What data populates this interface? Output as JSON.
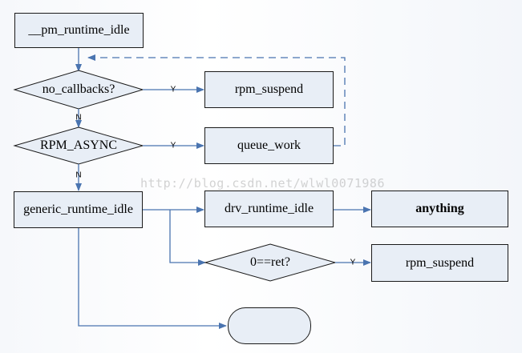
{
  "nodes": {
    "pm_runtime_idle": "__pm_runtime_idle",
    "no_callbacks": "no_callbacks?",
    "rpm_suspend_top": "rpm_suspend",
    "rpm_async": "RPM_ASYNC",
    "queue_work": "queue_work",
    "generic_runtime_idle": "generic_runtime_idle",
    "drv_runtime_idle": "drv_runtime_idle",
    "anything": "anything",
    "ret_check": "0==ret?",
    "rpm_suspend_bottom": "rpm_suspend",
    "end": ""
  },
  "edge_labels": {
    "no_callbacks_yes": "Y",
    "no_callbacks_no": "N",
    "rpm_async_yes": "Y",
    "rpm_async_no": "N",
    "ret_yes": "Y"
  },
  "watermark": "http://blog.csdn.net/wlwl0071986",
  "colors": {
    "arrow": "#4a74b0",
    "box_fill": "#e8eef6",
    "box_border": "#1a1a1a"
  }
}
